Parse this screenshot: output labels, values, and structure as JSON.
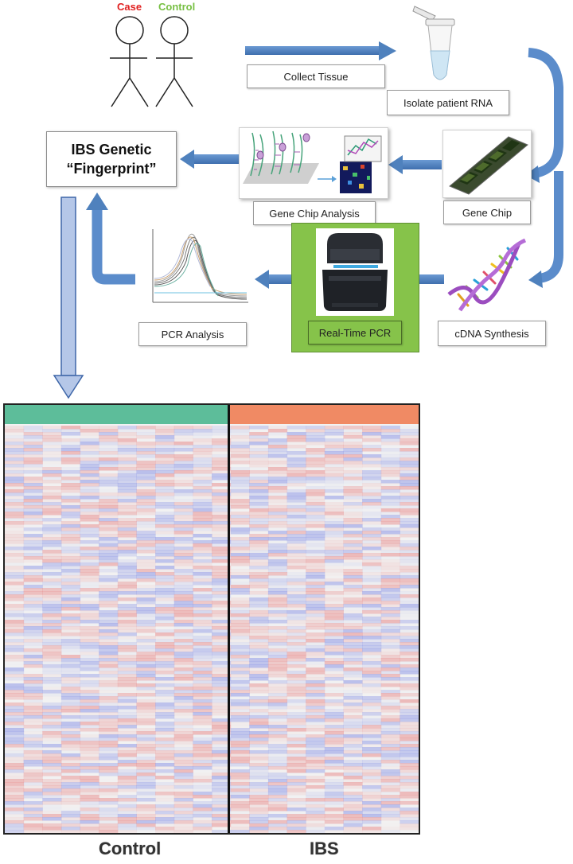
{
  "top": {
    "case_label": "Case",
    "control_label": "Control"
  },
  "steps": {
    "collect_tissue": "Collect Tissue",
    "isolate_rna": "Isolate patient RNA",
    "fingerprint_line1": "IBS Genetic",
    "fingerprint_line2": "“Fingerprint”",
    "gene_chip_analysis": "Gene Chip Analysis",
    "gene_chip": "Gene Chip",
    "pcr_analysis": "PCR Analysis",
    "real_time_pcr": "Real-Time PCR",
    "cdna_synthesis": "cDNA Synthesis"
  },
  "heatmap": {
    "group_left": "Control",
    "group_right": "IBS",
    "colors": {
      "control_bar": "#5dbd9a",
      "ibs_bar": "#f08a64",
      "high": "#e8a0a0",
      "low": "#a8aee8",
      "mid": "#f2f2f2"
    }
  },
  "colors": {
    "arrow": "#4f81bd",
    "case": "#e02020",
    "control": "#77c043",
    "pcr_panel": "#86c34a"
  }
}
